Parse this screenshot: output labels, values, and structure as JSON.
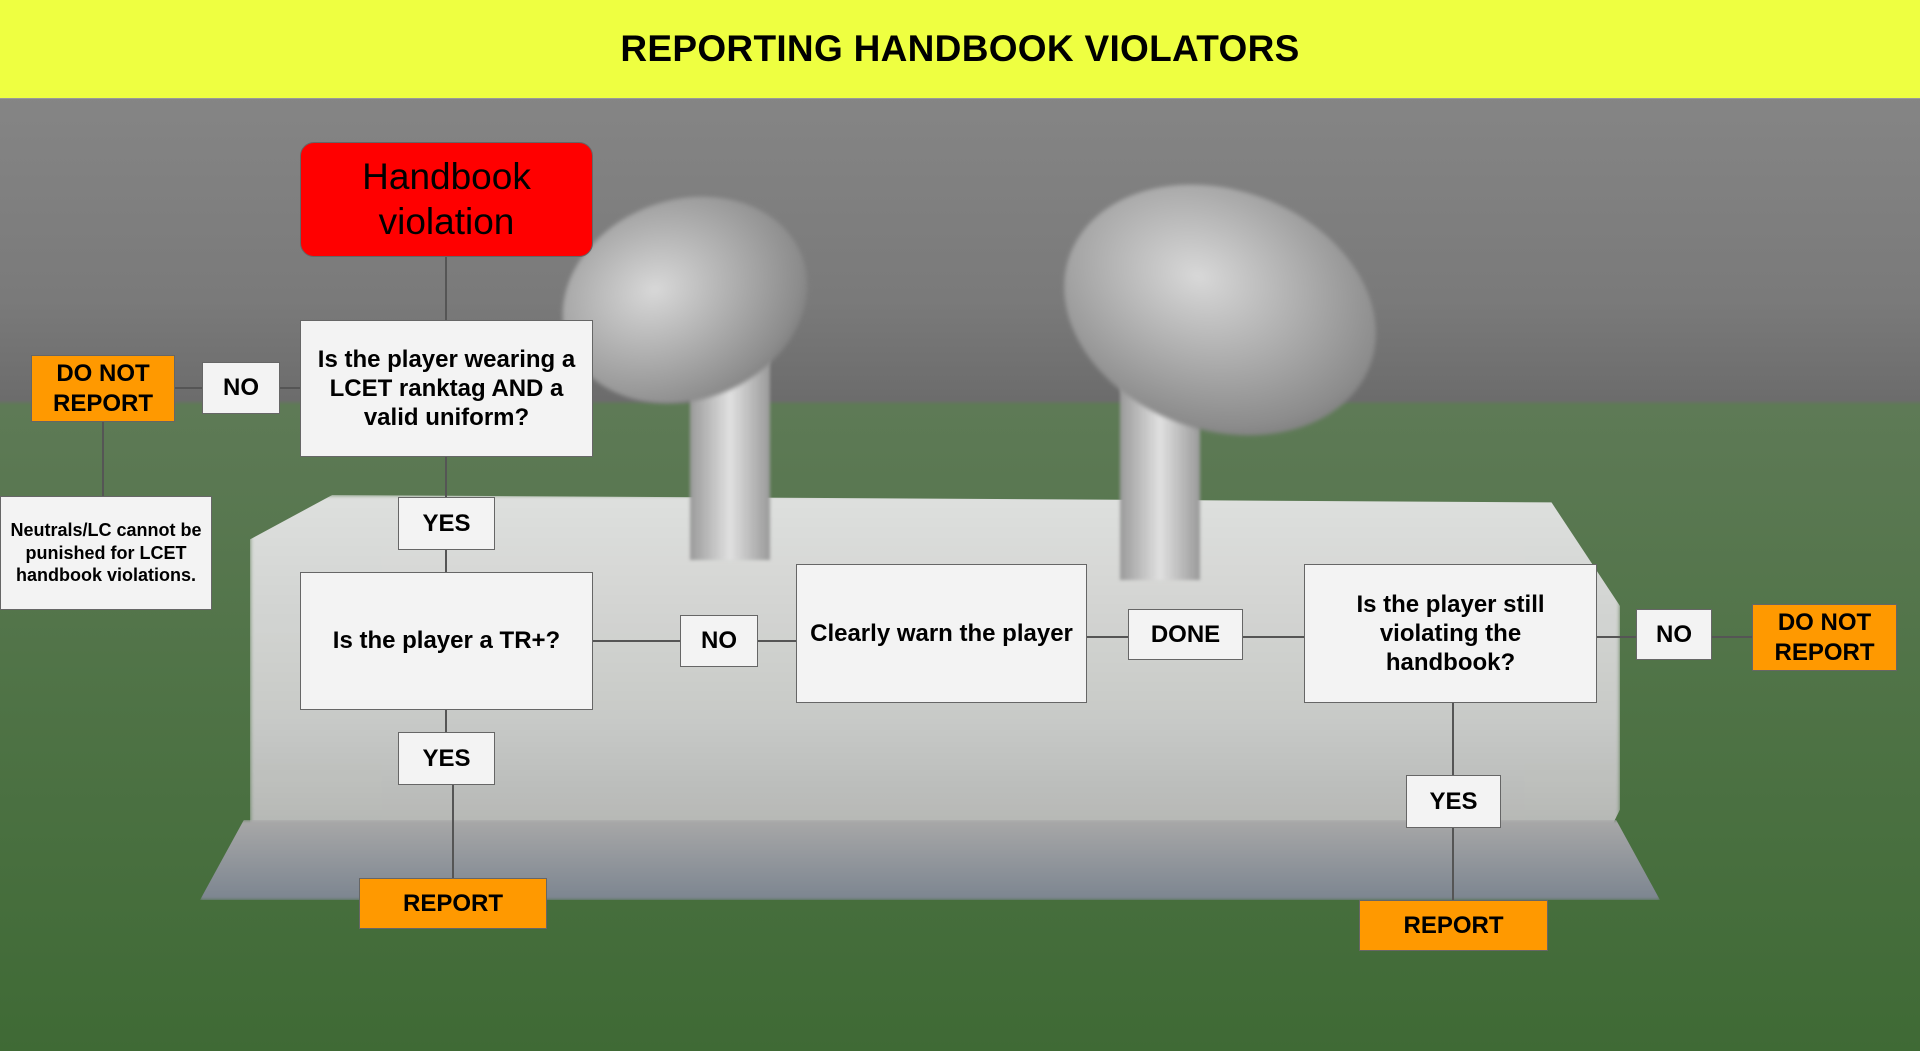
{
  "title": "REPORTING HANDBOOK VIOLATORS",
  "nodes": {
    "start": "Handbook violation",
    "q_uniform": "Is the player wearing a LCET ranktag AND a valid uniform?",
    "no_uniform": "NO",
    "do_not_report_left": "DO NOT REPORT",
    "neutrals_note": "Neutrals/LC cannot be punished for LCET handbook violations.",
    "yes_uniform": "YES",
    "q_tr": "Is the player a TR+?",
    "no_tr": "NO",
    "warn": "Clearly warn the player",
    "done": "DONE",
    "q_still": "Is the player still violating the handbook?",
    "no_still": "NO",
    "do_not_report_right": "DO NOT REPORT",
    "yes_tr": "YES",
    "report_left": "REPORT",
    "yes_still": "YES",
    "report_right": "REPORT"
  },
  "colors": {
    "title_bg": "#eeff41",
    "start": "#ff0000",
    "outcome": "#ff9900",
    "box": "#f3f3f3"
  }
}
